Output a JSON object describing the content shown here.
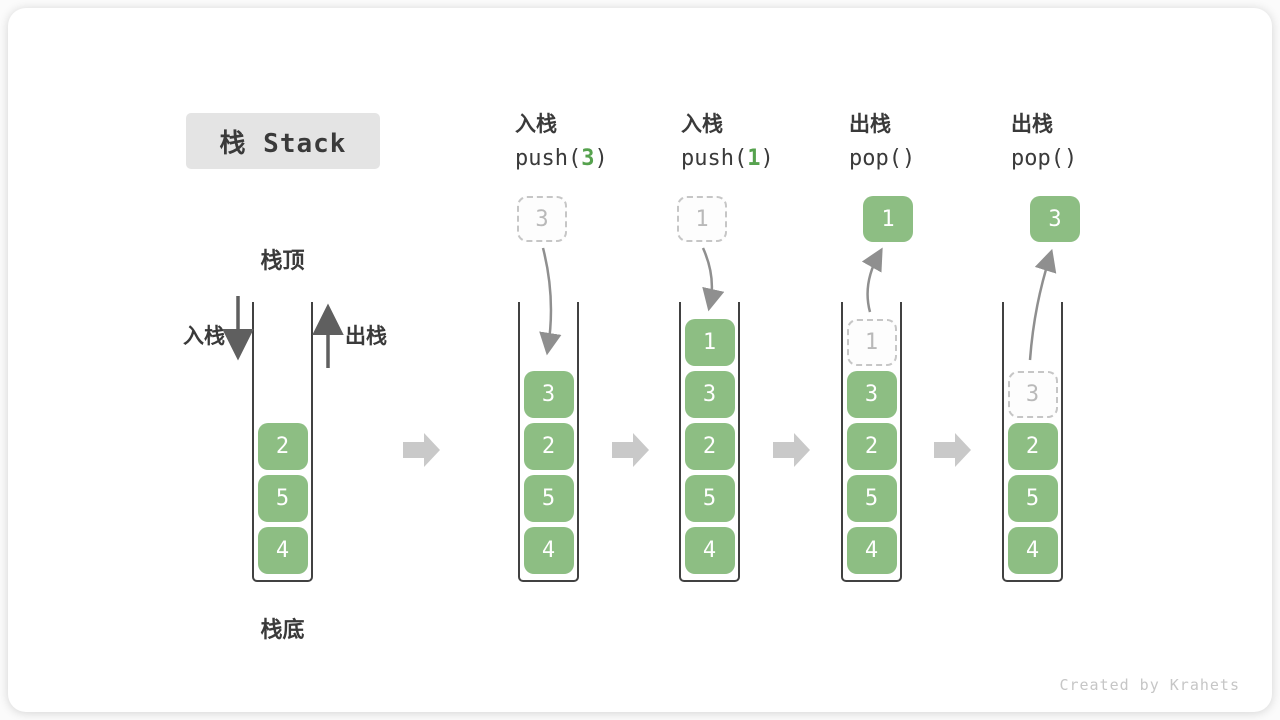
{
  "title": "栈 Stack",
  "footer": "Created by Krahets",
  "colors": {
    "cell_green": "#8dbe83",
    "code_arg_green": "#56a24e",
    "title_box_bg": "#e4e4e4",
    "text_dark": "#3a3a3a",
    "ghost_gray": "#c6c6c6",
    "arrow_gray": "#8f8f8f",
    "arrow_dark": "#5f5f5f",
    "block_arrow_gray": "#c9c9c9"
  },
  "left_diagram": {
    "top_label": "栈顶",
    "bottom_label": "栈底",
    "push_label": "入栈",
    "pop_label": "出栈",
    "cells": [
      "2",
      "5",
      "4"
    ]
  },
  "steps": [
    {
      "label": "入栈",
      "code": {
        "pre": "push(",
        "arg": "3",
        "post": ")"
      },
      "floating": "3",
      "cells": [
        "3",
        "2",
        "5",
        "4"
      ]
    },
    {
      "label": "入栈",
      "code": {
        "pre": "push(",
        "arg": "1",
        "post": ")"
      },
      "floating": "1",
      "cells": [
        "1",
        "3",
        "2",
        "5",
        "4"
      ]
    },
    {
      "label": "出栈",
      "code": {
        "pre": "pop(",
        "arg": "",
        "post": ")"
      },
      "floating": "1",
      "cells": [
        "1",
        "3",
        "2",
        "5",
        "4"
      ]
    },
    {
      "label": "出栈",
      "code": {
        "pre": "pop(",
        "arg": "",
        "post": ")"
      },
      "floating": "3",
      "cells": [
        "3",
        "2",
        "5",
        "4"
      ]
    }
  ]
}
